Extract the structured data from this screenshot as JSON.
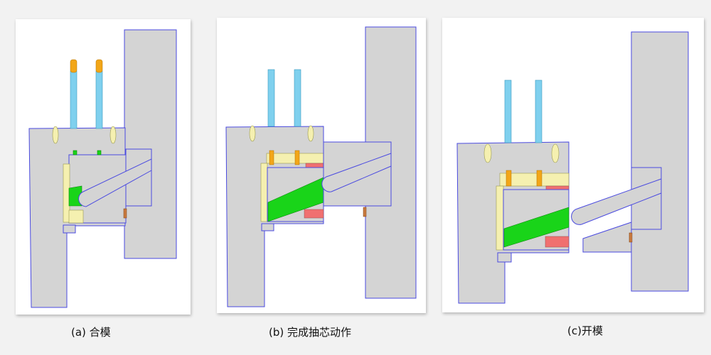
{
  "panels": [
    {
      "id": "a",
      "caption": "(a) 合模"
    },
    {
      "id": "b",
      "caption": "(b) 完成抽芯动作"
    },
    {
      "id": "c",
      "caption": "(c)开模"
    }
  ],
  "colors": {
    "plate": "#d4d4d4",
    "outline": "#4a4ae0",
    "insert": "#f5f0b0",
    "core": "#19d419",
    "rod": "#7fd0ee"
  }
}
